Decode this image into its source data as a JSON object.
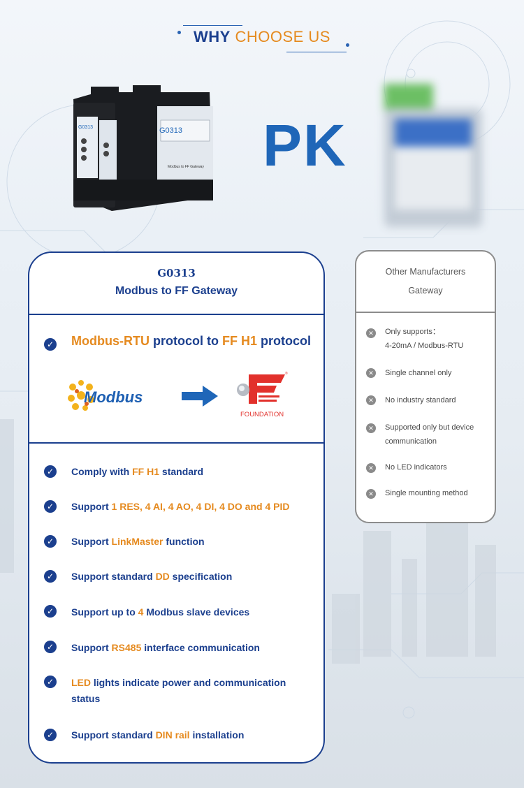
{
  "header": {
    "title_why": "WHY",
    "title_choose": "CHOOSE US"
  },
  "hero": {
    "pk": "PK"
  },
  "product_label": {
    "model": "G0313",
    "description": "Modbus to FF Gateway"
  },
  "left_card": {
    "model": "G0313",
    "subtitle": "Modbus to FF Gateway",
    "protocol": {
      "a": "Modbus-RTU",
      "b": " protocol to ",
      "c": "FF H1",
      "d": " protocol"
    },
    "logos": {
      "modbus": "Modbus",
      "foundation": "FOUNDATION"
    },
    "features": [
      {
        "pre": "Comply with ",
        "hl": "FF H1",
        "post": " standard"
      },
      {
        "pre": "Support ",
        "hl": "1 RES, 4 AI, 4 AO, 4 DI, 4 DO and 4 PID",
        "post": ""
      },
      {
        "pre": "Support ",
        "hl": "LinkMaster",
        "post": " function"
      },
      {
        "pre": "Support standard ",
        "hl": "DD",
        "post": " specification"
      },
      {
        "pre": "Support up to ",
        "hl": "4",
        "post": " Modbus slave devices"
      },
      {
        "pre": "Support ",
        "hl": "RS485",
        "post": " interface communication"
      },
      {
        "pre": "",
        "hl": "LED",
        "post": " lights indicate power and communication status"
      },
      {
        "pre": "Support standard ",
        "hl": "DIN rail",
        "post": " installation"
      }
    ]
  },
  "right_card": {
    "title_line1": "Other Manufacturers",
    "title_line2": "Gateway",
    "items": [
      {
        "line1": "Only supports：",
        "line2": "4-20mA / Modbus-RTU"
      },
      {
        "line1": "Single channel only",
        "line2": ""
      },
      {
        "line1": "No industry standard",
        "line2": ""
      },
      {
        "line1": "Supported only but device",
        "line2": "communication"
      },
      {
        "line1": "No LED indicators",
        "line2": ""
      },
      {
        "line1": "Single mounting method",
        "line2": ""
      }
    ]
  },
  "colors": {
    "navy": "#1b3f8e",
    "orange": "#e58a1f",
    "blue": "#1f66b8",
    "grey": "#8c8c8c"
  },
  "icons": {
    "check": "check-circle-icon",
    "cross": "x-circle-icon",
    "arrow": "arrow-right-icon"
  }
}
